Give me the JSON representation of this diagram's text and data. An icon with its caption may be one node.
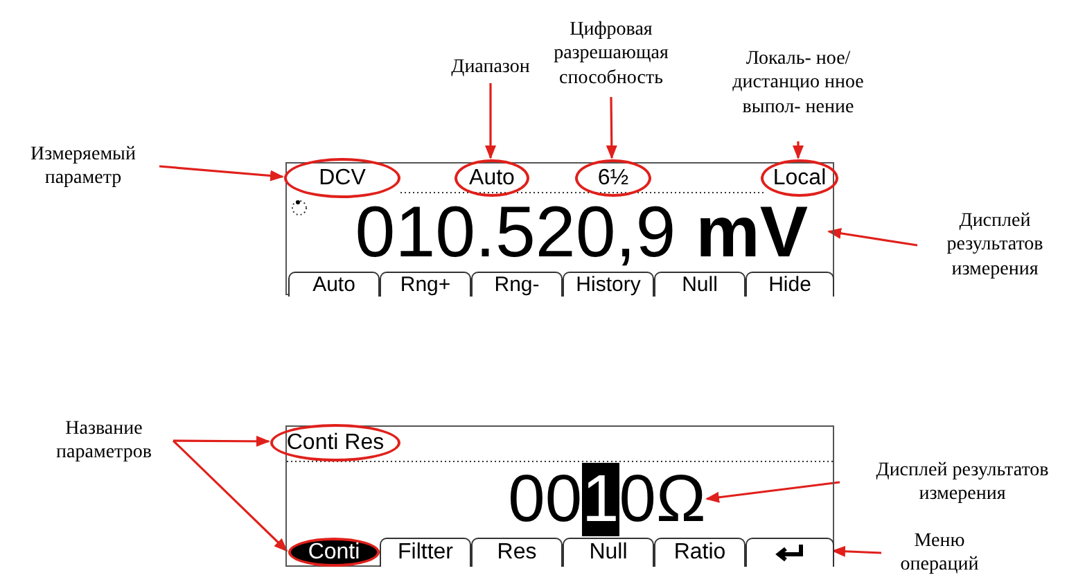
{
  "diagram": {
    "nodes": [
      {
        "text": [
          "Измеряемый параметр"
        ]
      },
      {
        "text": [
          "Диапазон"
        ]
      },
      {
        "text": [
          "Цифровая разрешающая способность"
        ]
      },
      {
        "text": [
          "Локаль- ное/дистанцио нное выпол- нение"
        ]
      },
      {
        "text": [
          "Дисплей результатов измерения"
        ]
      },
      {
        "text": [],
        "shape": "box"
      },
      {
        "text": [
          "DCV"
        ],
        "in": 5
      },
      {
        "text": [
          "Auto"
        ],
        "in": 5
      },
      {
        "text": [
          "6½"
        ],
        "in": 5
      },
      {
        "text": [
          "Local"
        ],
        "in": 5
      },
      {
        "text": [
          "010.520,9 **mV**"
        ],
        "in": 5
      },
      {
        "text": [
          "Auto"
        ],
        "in": 5
      },
      {
        "text": [
          "Rng+"
        ],
        "in": 5
      },
      {
        "text": [
          "Rng-"
        ],
        "in": 5
      },
      {
        "text": [
          "History"
        ],
        "in": 5
      },
      {
        "text": [
          "Null"
        ],
        "in": 5
      },
      {
        "text": [
          "Hide"
        ],
        "in": 5
      },
      {
        "text": [
          "Название параметров"
        ]
      },
      {
        "text": [
          "Меню операций"
        ]
      },
      {
        "text": [
          "Дисплей результатов измерения"
        ]
      },
      {
        "text": [],
        "shape": "box"
      },
      {
        "text": [
          "Conti Res"
        ],
        "in": 20
      },
      {
        "text": [
          "00**1**0Ω"
        ],
        "in": 20
      },
      {
        "text": [
          "Conti"
        ],
        "in": 20
      },
      {
        "text": [
          "Filtter"
        ],
        "in": 20
      },
      {
        "text": [
          "Res"
        ],
        "in": 20
      },
      {
        "text": [
          "Null"
        ],
        "in": 20
      },
      {
        "text": [
          "Ratio"
        ],
        "in": 20
      },
      {
        "text": [],
        "shape": "box",
        "in": 20
      }
    ],
    "edges": [
      {
        "from": 0,
        "to": 6,
        "arrow": "to"
      },
      {
        "from": 1,
        "to": 7,
        "arrow": "to"
      },
      {
        "from": 2,
        "to": 8,
        "arrow": "to"
      },
      {
        "from": 3,
        "to": 9,
        "arrow": "to"
      },
      {
        "from": 4,
        "to": 10,
        "arrow": "to"
      },
      {
        "from": 17,
        "to": 21,
        "arrow": "to"
      },
      {
        "from": 17,
        "to": 23,
        "arrow": "to"
      },
      {
        "from": 19,
        "to": 22,
        "arrow": "to"
      },
      {
        "from": 18,
        "to": 28,
        "arrow": "to"
      }
    ]
  }
}
